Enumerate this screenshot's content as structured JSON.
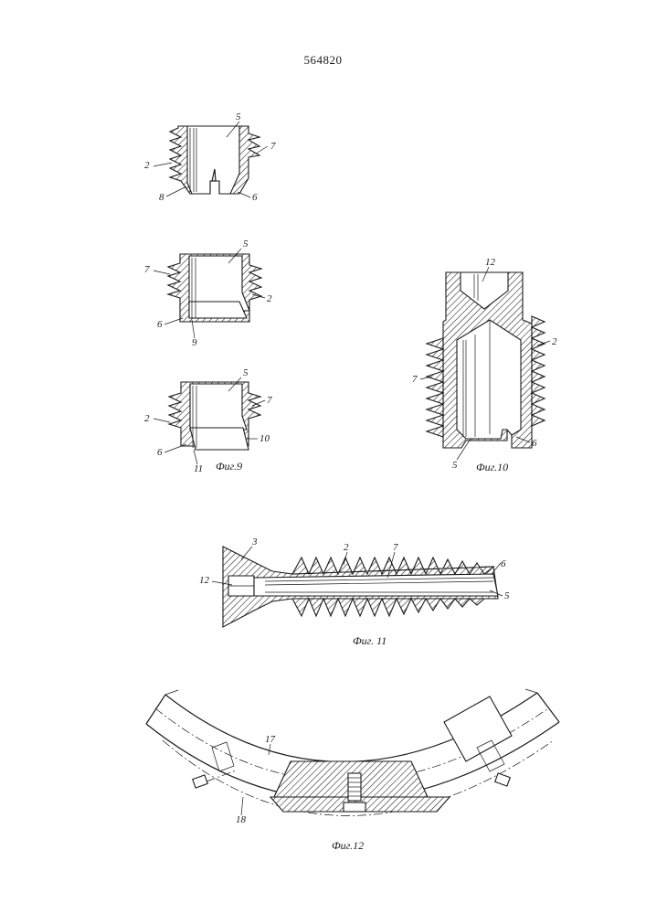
{
  "page_number": "564820",
  "figures": {
    "fig9": {
      "caption": "Фиг.9",
      "top": {
        "r5": "5",
        "r7": "7",
        "r2": "2",
        "r8": "8",
        "r6": "6"
      },
      "middle": {
        "r5": "5",
        "r7": "7",
        "r2": "2",
        "r6": "6",
        "r9": "9"
      },
      "bottom": {
        "r5": "5",
        "r7": "7",
        "r2": "2",
        "r10": "10",
        "r6": "6",
        "r11": "11"
      }
    },
    "fig10": {
      "caption": "Фиг.10",
      "r12": "12",
      "r2": "2",
      "r7": "7",
      "r5": "5",
      "r6": "6"
    },
    "fig11": {
      "caption": "Фиг. 11",
      "r3": "3",
      "r2": "2",
      "r7": "7",
      "r6": "6",
      "r12": "12",
      "r5": "5"
    },
    "fig12": {
      "caption": "Фиг.12",
      "r17": "17",
      "r18": "18"
    }
  }
}
